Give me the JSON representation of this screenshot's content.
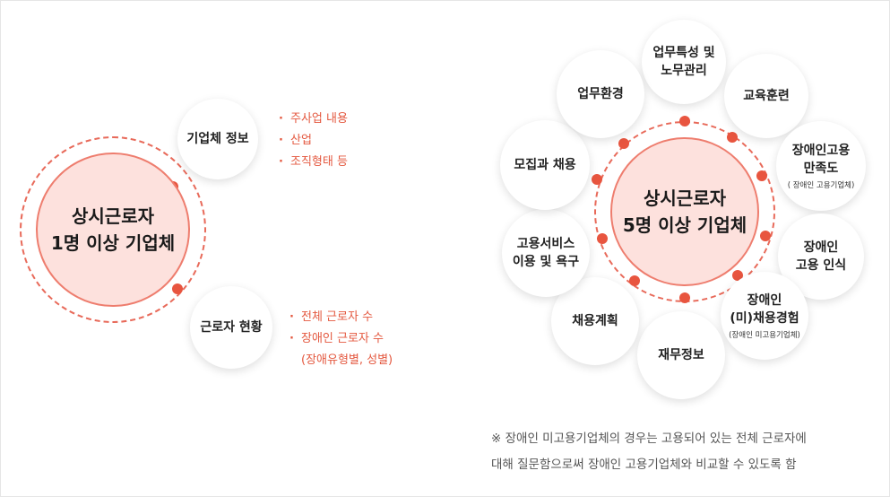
{
  "left_diagram": {
    "center": {
      "line1": "상시근로자",
      "line2": "1명 이상 기업체"
    },
    "company_info": {
      "label": "기업체 정보",
      "bullets": [
        "주사업 내용",
        "산업",
        "조직형태 등"
      ]
    },
    "worker_status": {
      "label": "근로자 현황",
      "bullets": [
        {
          "text": "전체 근로자 수"
        },
        {
          "text": "장애인 근로자 수",
          "cont": "(장애유형별, 성별)"
        }
      ]
    }
  },
  "right_diagram": {
    "center": {
      "line1": "상시근로자",
      "line2": "5명 이상 기업체"
    },
    "nodes": [
      {
        "lines": [
          "업무특성 및",
          "노무관리"
        ]
      },
      {
        "lines": [
          "교육훈련"
        ]
      },
      {
        "lines": [
          "장애인고용",
          "만족도"
        ],
        "small": "( 장애인 고용기업체)"
      },
      {
        "lines": [
          "장애인",
          "고용 인식"
        ]
      },
      {
        "lines": [
          "장애인",
          "(미)채용경험"
        ],
        "small": "(장애인 미고용기업체)"
      },
      {
        "lines": [
          "재무정보"
        ]
      },
      {
        "lines": [
          "채용계획"
        ]
      },
      {
        "lines": [
          "고용서비스",
          "이용 및 욕구"
        ]
      },
      {
        "lines": [
          "모집과 채용"
        ]
      },
      {
        "lines": [
          "업무환경"
        ]
      }
    ]
  },
  "note": {
    "line1": "※ 장애인 미고용기업체의 경우는 고용되어 있는 전체 근로자에",
    "line2": "대해 질문함으로써 장애인 고용기업체와 비교할 수 있도록 함"
  },
  "colors": {
    "accent": "#e8553f",
    "core_fill": "#fde1dd",
    "bullet_text": "#e4583f"
  }
}
